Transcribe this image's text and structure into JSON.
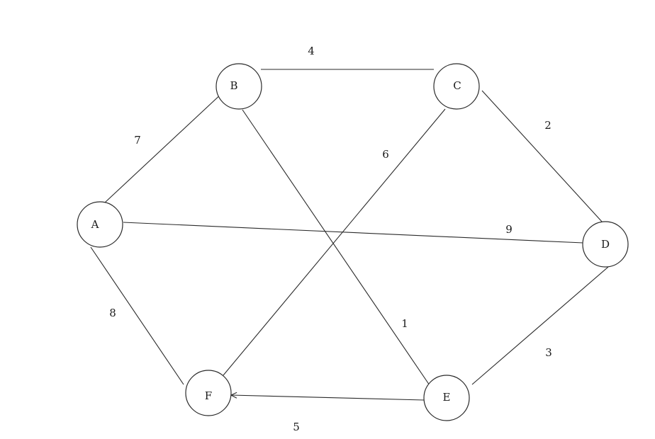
{
  "graph": {
    "nodes": [
      {
        "id": "A",
        "label": "A"
      },
      {
        "id": "B",
        "label": "B"
      },
      {
        "id": "C",
        "label": "C"
      },
      {
        "id": "D",
        "label": "D"
      },
      {
        "id": "E",
        "label": "E"
      },
      {
        "id": "F",
        "label": "F"
      }
    ],
    "edges": [
      {
        "from": "B",
        "to": "C",
        "weight": "4",
        "directed": false
      },
      {
        "from": "A",
        "to": "B",
        "weight": "7",
        "directed": false
      },
      {
        "from": "C",
        "to": "D",
        "weight": "2",
        "directed": false
      },
      {
        "from": "C",
        "to": "F",
        "weight": "6",
        "directed": false
      },
      {
        "from": "A",
        "to": "D",
        "weight": "9",
        "directed": false
      },
      {
        "from": "A",
        "to": "F",
        "weight": "8",
        "directed": false
      },
      {
        "from": "B",
        "to": "E",
        "weight": "1",
        "directed": false
      },
      {
        "from": "D",
        "to": "E",
        "weight": "3",
        "directed": false
      },
      {
        "from": "E",
        "to": "F",
        "weight": "5",
        "directed": true
      }
    ]
  }
}
